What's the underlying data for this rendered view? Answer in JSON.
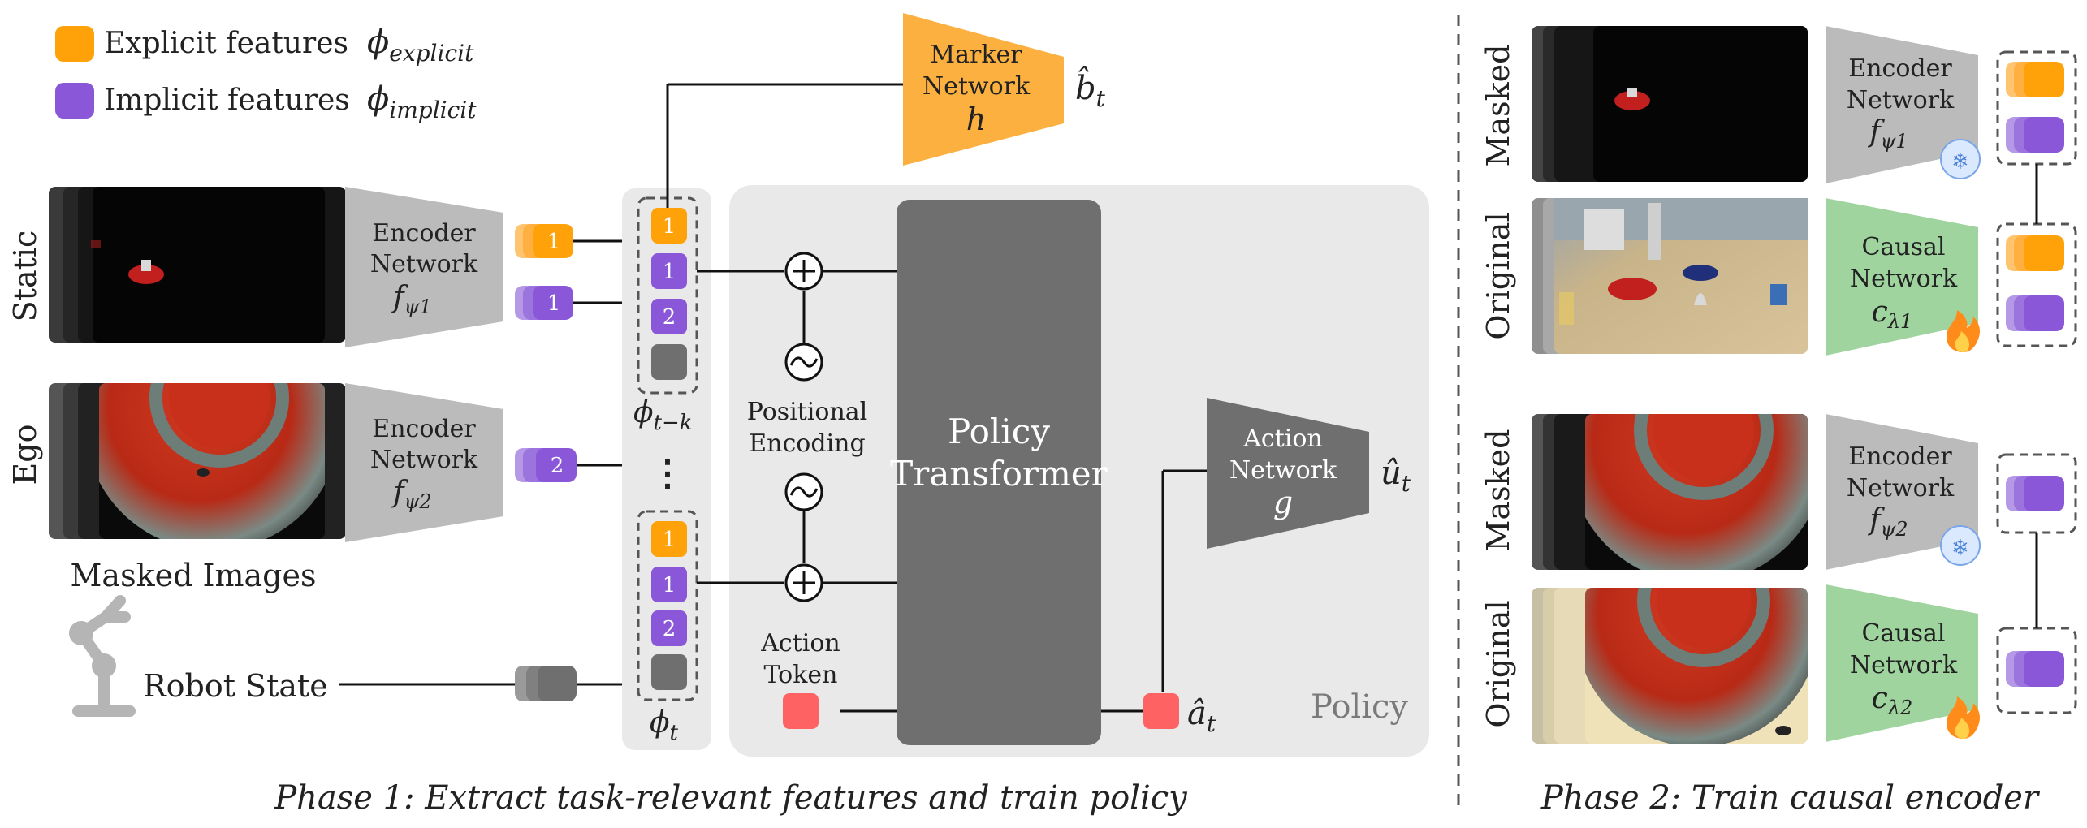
{
  "colors": {
    "orange": "#FFA20A",
    "purple": "#8A57D9",
    "gray_dark": "#6F6F6F",
    "gray_encoder": "#BBBBBB",
    "panel": "#E9E9E9",
    "green": "#9FD49F",
    "red_token": "#FF6262",
    "marker": "#FBB040"
  },
  "legend": {
    "explicit_label": "Explicit features",
    "explicit_symbol": "ϕ",
    "explicit_sub": "explicit",
    "implicit_label": "Implicit features",
    "implicit_symbol": "ϕ",
    "implicit_sub": "implicit"
  },
  "phase1": {
    "row_static": "Static",
    "row_ego": "Ego",
    "masked_images_caption": "Masked Images",
    "robot_state_label": "Robot State",
    "encoder1": {
      "line1": "Encoder",
      "line2": "Network",
      "sym": "f",
      "sub": "ψ1"
    },
    "encoder2": {
      "line1": "Encoder",
      "line2": "Network",
      "sym": "f",
      "sub": "ψ2"
    },
    "token_labels": {
      "one": "1",
      "two": "2"
    },
    "phi_t_k": {
      "sym": "ϕ",
      "sub": "t−k"
    },
    "phi_t": {
      "sym": "ϕ",
      "sub": "t"
    },
    "ellipsis": "⋮",
    "marker_network": {
      "line1": "Marker",
      "line2": "Network",
      "sym": "h"
    },
    "b_hat": {
      "sym": "b̂",
      "sub": "t"
    },
    "positional_encoding": {
      "line1": "Positional",
      "line2": "Encoding"
    },
    "policy_transformer": {
      "line1": "Policy",
      "line2": "Transformer"
    },
    "action_token": {
      "line1": "Action",
      "line2": "Token"
    },
    "action_network": {
      "line1": "Action",
      "line2": "Network",
      "sym": "g"
    },
    "u_hat": {
      "sym": "û",
      "sub": "t"
    },
    "a_hat": {
      "sym": "â",
      "sub": "t"
    },
    "policy_label": "Policy",
    "caption": "Phase 1: Extract task-relevant features and train policy"
  },
  "phase2": {
    "row_labels": [
      "Masked",
      "Original",
      "Masked",
      "Original"
    ],
    "encoder1": {
      "line1": "Encoder",
      "line2": "Network",
      "sym": "f",
      "sub": "ψ1"
    },
    "causal1": {
      "line1": "Causal",
      "line2": "Network",
      "sym": "c",
      "sub": "λ1"
    },
    "encoder2": {
      "line1": "Encoder",
      "line2": "Network",
      "sym": "f",
      "sub": "ψ2"
    },
    "causal2": {
      "line1": "Causal",
      "line2": "Network",
      "sym": "c",
      "sub": "λ2"
    },
    "frozen_icon": "❄",
    "trainable_icon": "🔥",
    "caption": "Phase 2: Train causal encoder"
  }
}
